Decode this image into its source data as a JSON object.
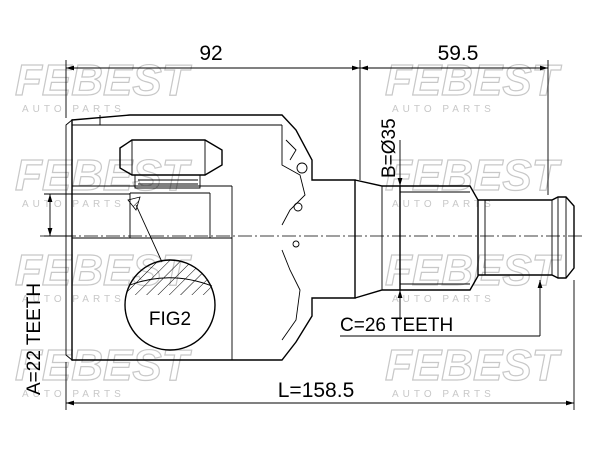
{
  "watermark": {
    "brand": "FEBEST",
    "tagline": "AUTO PARTS"
  },
  "dimensions": {
    "length_a": "92",
    "length_b": "59.5",
    "diameter": "B=Ø35",
    "outer_teeth": "A=22 TEETH",
    "inner_teeth": "C=26 TEETH",
    "total_length": "L=158.5",
    "figure_label": "FIG2"
  }
}
